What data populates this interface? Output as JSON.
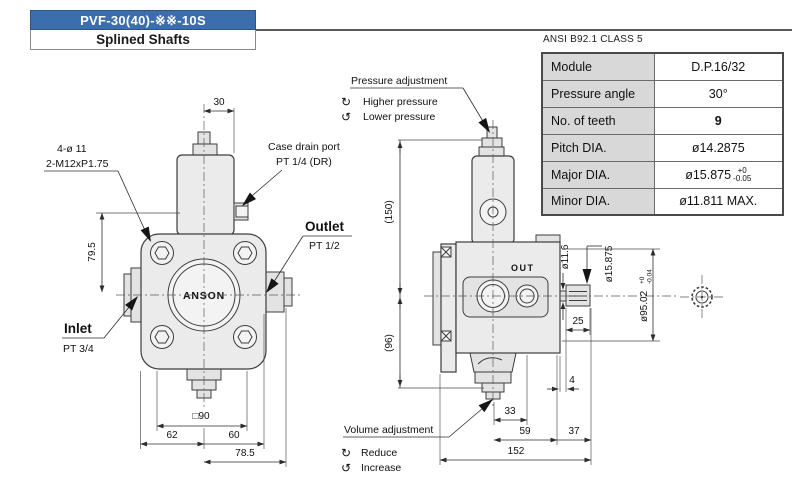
{
  "title_block": {
    "model": "PVF-30(40)-※※-10S",
    "subtitle": "Splined Shafts"
  },
  "spline_table": {
    "caption": "ANSI  B92.1 CLASS 5",
    "rows": [
      {
        "label": "Module",
        "value": "D.P.16/32"
      },
      {
        "label": "Pressure angle",
        "value": "30°"
      },
      {
        "label": "No. of teeth",
        "value": "9"
      },
      {
        "label": "Pitch DIA.",
        "value": "ø14.2875"
      },
      {
        "label": "Major DIA.",
        "value": "ø15.875",
        "tol_plus": "+0",
        "tol_minus": "-0.05"
      },
      {
        "label": "Minor DIA.",
        "value": "ø11.811 MAX."
      }
    ]
  },
  "front_view": {
    "logo": "ANSON",
    "labels": {
      "dim30": "30",
      "holes": "4-ø 11",
      "thread": "2-M12xP1.75",
      "case_drain_line1": "Case drain port",
      "case_drain_line2": "PT 1/4 (DR)",
      "outlet": "Outlet",
      "outlet_port": "PT 1/2",
      "inlet": "Inlet",
      "inlet_port": "PT 3/4",
      "dim79_5": "79.5",
      "dim_square90": "□90",
      "dim62": "62",
      "dim60": "60",
      "dim78_5": "78.5"
    }
  },
  "side_view": {
    "out_marking": "OUT",
    "labels": {
      "pressure_adjustment": "Pressure adjustment",
      "higher_pressure": "Higher pressure",
      "lower_pressure": "Lower pressure",
      "volume_adjustment": "Volume adjustment",
      "reduce": "Reduce",
      "increase": "Increase",
      "dim150": "(150)",
      "dim96": "(96)",
      "dim11_6": "ø11.6",
      "dim15_875": "ø15.875",
      "dim95_02": "ø95.02",
      "dim95_tol_plus": "+0",
      "dim95_tol_minus": "-0.04",
      "dim25": "25",
      "dim4": "4",
      "dim33": "33",
      "dim59": "59",
      "dim37": "37",
      "dim152": "152"
    }
  },
  "icons": {
    "clockwise": "↻",
    "counterclockwise": "↺"
  },
  "colors": {
    "accent_blue": "#3c6ead",
    "table_label_bg": "#d8d8d8",
    "drawing_line": "#3d3d3d",
    "body_fill": "#ebebeb"
  }
}
